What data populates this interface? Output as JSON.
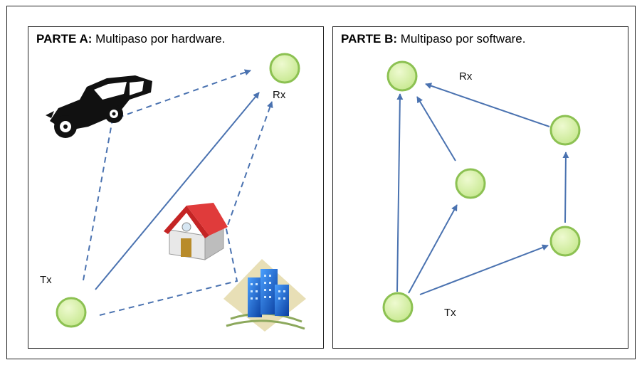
{
  "colors": {
    "node_fill": "#d9f0a8",
    "node_stroke": "#8cc152",
    "arrow": "#4a72b0",
    "house_roof": "#cc2f2f",
    "building": "#1f6fd1"
  },
  "panel_a": {
    "title_bold": "PARTE A:",
    "title_rest": " Multipaso por hardware.",
    "tx_label": "Tx",
    "rx_label": "Rx",
    "icons": [
      "car-icon",
      "house-icon",
      "buildings-icon"
    ]
  },
  "panel_b": {
    "title_bold": "PARTE B:",
    "title_rest": " Multipaso por software.",
    "tx_label": "Tx",
    "rx_label": "Rx"
  }
}
